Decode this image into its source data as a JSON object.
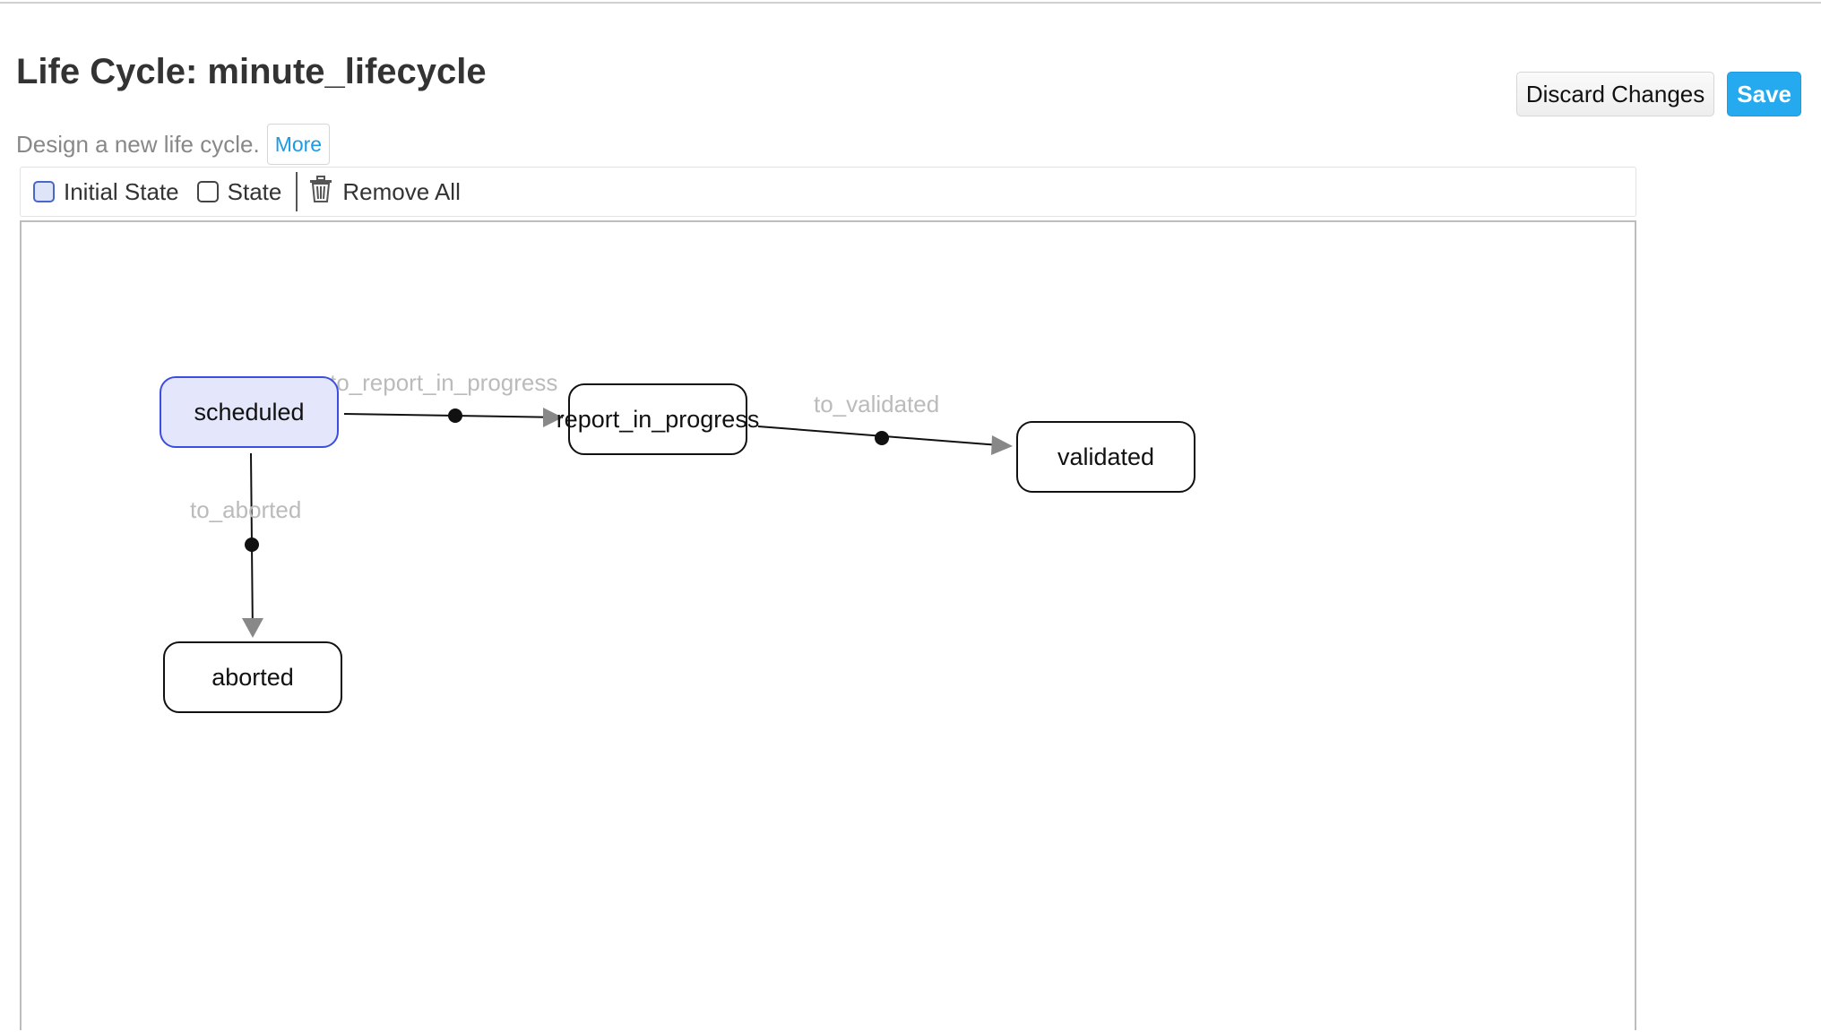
{
  "header": {
    "title": "Life Cycle: minute_lifecycle",
    "subtitle": "Design a new life cycle.",
    "more_label": "More",
    "discard_label": "Discard Changes",
    "save_label": "Save"
  },
  "toolbar": {
    "initial_state_label": "Initial State",
    "state_label": "State",
    "remove_all_label": "Remove All",
    "remove_all_icon": "trash-icon"
  },
  "diagram": {
    "states": [
      {
        "id": "scheduled",
        "label": "scheduled",
        "initial": true
      },
      {
        "id": "report_in_progress",
        "label": "report_in_progress",
        "initial": false
      },
      {
        "id": "validated",
        "label": "validated",
        "initial": false
      },
      {
        "id": "aborted",
        "label": "aborted",
        "initial": false
      }
    ],
    "transitions": [
      {
        "label": "to_report_in_progress",
        "from": "scheduled",
        "to": "report_in_progress"
      },
      {
        "label": "to_validated",
        "from": "report_in_progress",
        "to": "validated"
      },
      {
        "label": "to_aborted",
        "from": "scheduled",
        "to": "aborted"
      }
    ]
  },
  "colors": {
    "save_button": "#25aaf0",
    "more_link": "#1a9be6",
    "initial_state_border": "#3c4ee0",
    "initial_state_fill": "#e4e7fb",
    "transition_label": "#bbbbbb",
    "arrowhead": "#888888"
  }
}
